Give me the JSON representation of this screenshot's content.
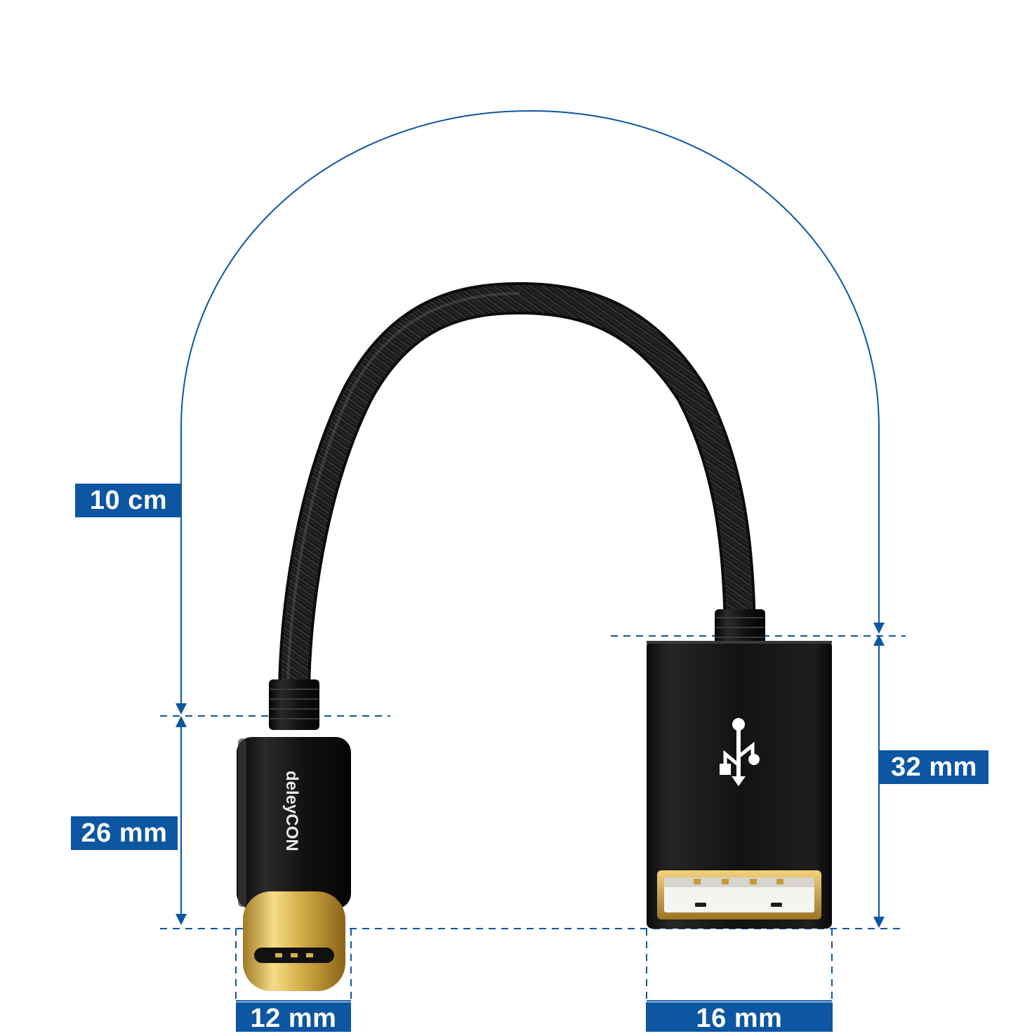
{
  "colors": {
    "accent": "#0c56a2",
    "cable": "#1b1b1b",
    "connector": "#111111",
    "gold": "#d8b04a",
    "label_text": "#ffffff"
  },
  "product": {
    "brand": "deleyCON",
    "icon": "usb-icon"
  },
  "dimensions": {
    "cable_length": "10 cm",
    "typec_height": "26 mm",
    "usba_height": "32 mm",
    "typec_width": "12 mm",
    "usba_width": "16 mm"
  }
}
